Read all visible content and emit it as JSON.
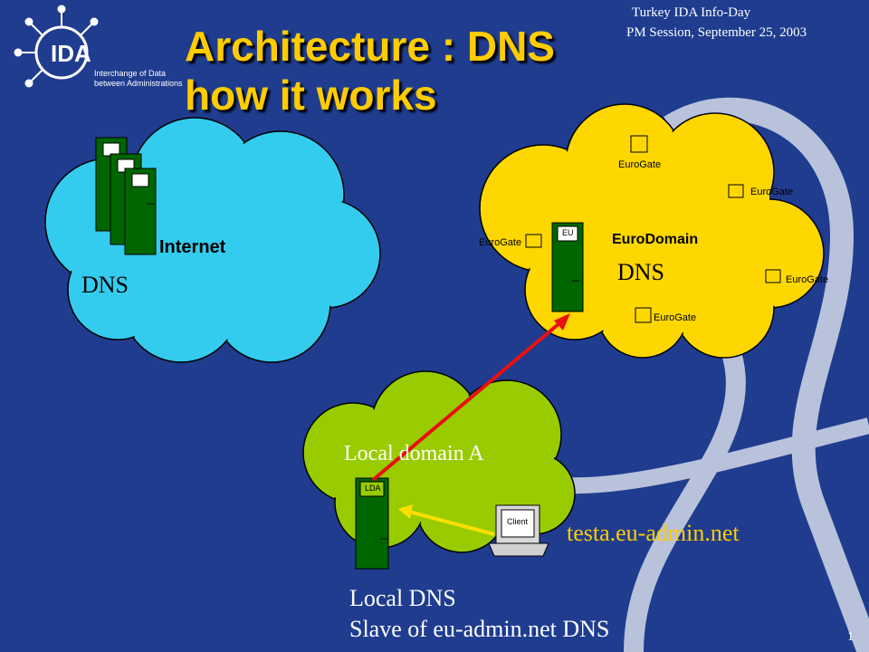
{
  "header": {
    "event_line1": "Turkey IDA Info-Day",
    "event_line2": "PM Session, September 25, 2003",
    "logo_name": "IDA",
    "logo_tagline_line1": "Interchange of Data",
    "logo_tagline_line2": "between Administrations"
  },
  "title": {
    "line1": "Architecture : DNS",
    "line2": "how it works"
  },
  "internet_cloud": {
    "label": "Internet",
    "dns_label": "DNS"
  },
  "eurodomain_cloud": {
    "label": "EuroDomain",
    "dns_label": "DNS",
    "server_label": "EU",
    "gates": [
      "EuroGate",
      "EuroGate",
      "EuroGate",
      "EuroGate",
      "EuroGate"
    ]
  },
  "local_cloud": {
    "label": "Local domain A",
    "server_label": "LDA",
    "client_label": "Client",
    "client_host": "testa.eu-admin.net"
  },
  "footer": {
    "line1": "Local DNS",
    "line2": "Slave of eu-admin.net  DNS",
    "page_number": "1"
  },
  "colors": {
    "background": "#1f3c8f",
    "title": "#ffcc00",
    "internet_cloud": "#33ccee",
    "eurodomain_cloud": "#ffd700",
    "local_cloud": "#99cc00",
    "server": "#006600",
    "arrow_red": "#e81010",
    "arrow_yellow": "#ffe000"
  }
}
